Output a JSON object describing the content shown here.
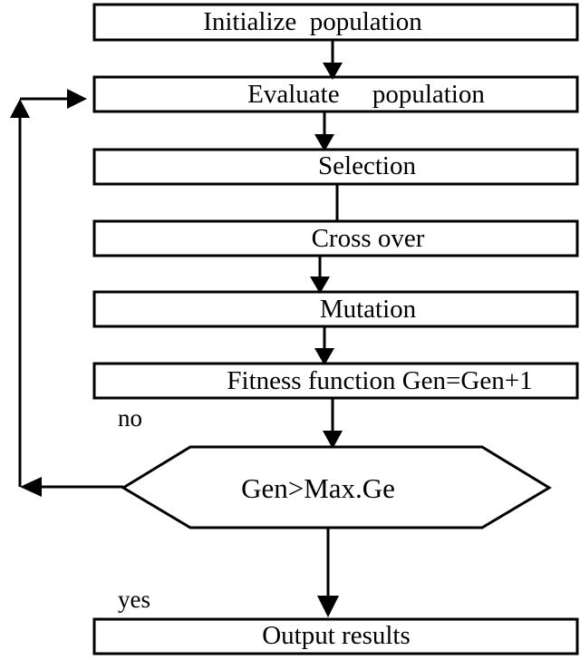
{
  "flowchart": {
    "steps": {
      "initialize": "Initialize  population",
      "evaluate": "Evaluate     population",
      "selection": "Selection",
      "crossover": "Cross over",
      "mutation": "Mutation",
      "fitness": "Fitness function Gen=Gen+1",
      "output": "Output results"
    },
    "decision": "Gen>Max.Ge",
    "labels": {
      "no": "no",
      "yes": "yes"
    }
  },
  "colors": {
    "stroke": "#000000",
    "background": "#ffffff"
  }
}
